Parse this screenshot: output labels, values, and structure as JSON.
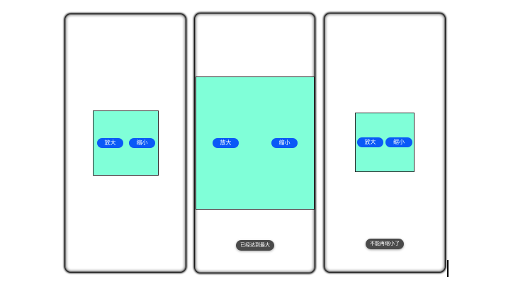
{
  "screens": [
    {
      "zoom_in_label": "放大",
      "zoom_out_label": "缩小",
      "box_color": "#80ffd8"
    },
    {
      "zoom_in_label": "放大",
      "zoom_out_label": "缩小",
      "box_color": "#80ffd8",
      "toast": "已经达到最大"
    },
    {
      "zoom_in_label": "放大",
      "zoom_out_label": "缩小",
      "box_color": "#80ffd8",
      "toast": "不能再缩小了"
    }
  ],
  "colors": {
    "button": "#0a59f7",
    "toast_bg": "#4a4a4a"
  }
}
